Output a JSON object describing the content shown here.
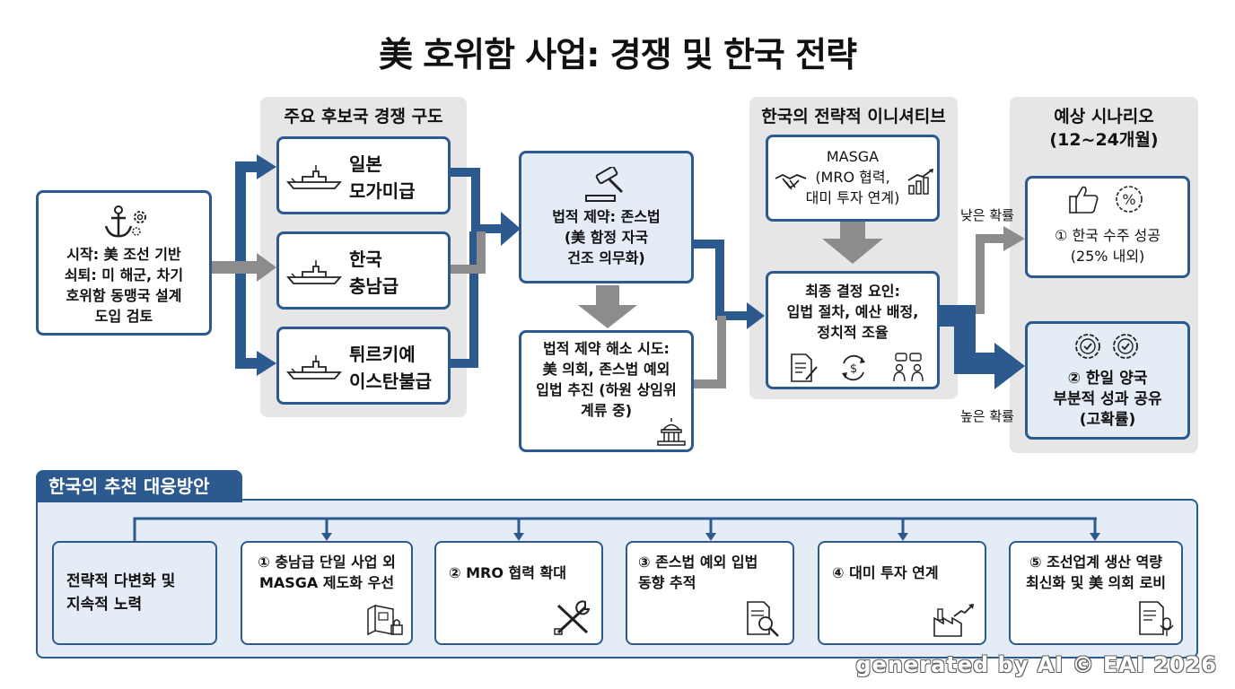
{
  "title": "美 호위함 사업: 경쟁 및 한국 전략",
  "start_box": {
    "label": "시작: 美 조선 기반\n쇠퇴: 미 해군, 차기\n호위함 동맹국 설계\n도입 검토",
    "icon": "anchor-gear-icon"
  },
  "candidates": {
    "heading": "주요 후보국 경쟁 구도",
    "items": [
      {
        "name": "일본\n모가미급",
        "icon": "warship-icon"
      },
      {
        "name": "한국\n충남급",
        "icon": "warship-icon"
      },
      {
        "name": "튀르키예\n이스탄불급",
        "icon": "warship-icon"
      }
    ]
  },
  "legal": {
    "constraint": "법적 제약: 존스법\n(美 함정 자국\n건조 의무화)",
    "constraint_icon": "gavel-icon",
    "resolution": "법적 제약 해소 시도:\n美 의회, 존스법 예외\n입법 추진 (하원 상임위\n계류 중)",
    "resolution_icon": "capitol-icon"
  },
  "initiative": {
    "heading": "한국의 전략적 이니셔티브",
    "masga": "MASGA\n(MRO 협력,\n대미 투자 연계)",
    "final": "최종 결정 요인:\n입법 절차, 예산 배정,\n정치적 조율",
    "icons": [
      "handshake-icon",
      "growth-chart-icon",
      "document-pen-icon",
      "dollar-cycle-icon",
      "people-discussion-icon"
    ]
  },
  "scenarios": {
    "heading": "예상 시나리오\n(12~24개월)",
    "low_label": "낮은 확률",
    "high_label": "높은 확률",
    "low": "① 한국 수주 성공\n(25% 내외)",
    "high": "② 한일 양국\n부분적 성과 공유\n(고확률)",
    "low_icons": [
      "thumbs-up-icon",
      "percent-badge-icon"
    ],
    "high_icons": [
      "check-gear-icon",
      "check-gear-icon"
    ]
  },
  "recommendations": {
    "heading": "한국의 추천 대응방안",
    "root": "전략적 다변화 및\n지속적 노력",
    "items": [
      {
        "label": "① 충남급 단일 사업 외\nMASGA 제도화 우선",
        "icon": "blueprint-lock-icon"
      },
      {
        "label": "② MRO 협력 확대",
        "icon": "wrench-screwdriver-icon"
      },
      {
        "label": "③ 존스법 예외 입법\n동향 추적",
        "icon": "document-search-icon"
      },
      {
        "label": "④ 대미 투자 연계",
        "icon": "factory-growth-icon"
      },
      {
        "label": "⑤ 조선업계 생산 역량\n최신화 및 美 의회 로비",
        "icon": "document-mic-icon"
      }
    ]
  },
  "watermark": "generated by AI © EAI 2026",
  "colors": {
    "primary": "#2d5a8e",
    "light_fill": "#e4edf6",
    "panel_gray": "#e6e6e6",
    "arrow_gray": "#8c8c8c"
  }
}
